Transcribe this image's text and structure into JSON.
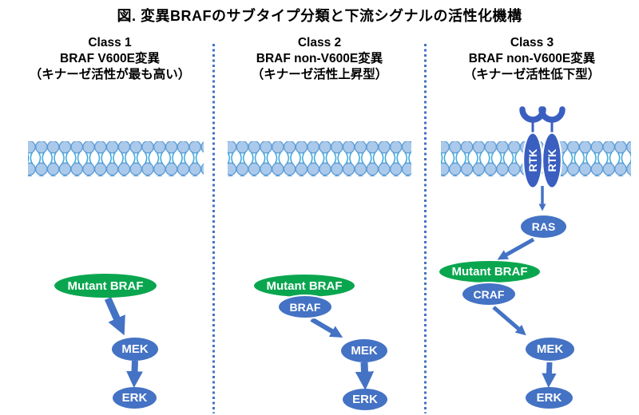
{
  "title": "図. 変異BRAFのサブタイプ分類と下流シグナルの活性化機構",
  "columns": [
    {
      "class_label": "Class 1",
      "mutation_line": "BRAF V600E変異",
      "kinase_line": "（キナーゼ活性が最も高い）"
    },
    {
      "class_label": "Class 2",
      "mutation_line": "BRAF non-V600E変異",
      "kinase_line": "（キナーゼ活性上昇型）"
    },
    {
      "class_label": "Class 3",
      "mutation_line": "BRAF non-V600E変異",
      "kinase_line": "（キナーゼ活性低下型）"
    }
  ],
  "pathways": {
    "class1": {
      "mutant_braf": "Mutant BRAF",
      "mek": "MEK",
      "erk": "ERK"
    },
    "class2": {
      "mutant_braf": "Mutant BRAF",
      "braf": "BRAF",
      "mek": "MEK",
      "erk": "ERK"
    },
    "class3": {
      "rtk_left": "RTK",
      "rtk_right": "RTK",
      "ras": "RAS",
      "mutant_braf": "Mutant BRAF",
      "craf": "CRAF",
      "mek": "MEK",
      "erk": "ERK"
    }
  },
  "colors": {
    "mutant_braf_green": "#0AA64F",
    "node_blue": "#4472C4",
    "rtk_blue": "#3A5FC0",
    "membrane_head_fill": "#ABC9EA",
    "membrane_head_stroke": "#5B9BD5",
    "membrane_tail": "#3BA6DC",
    "separator_blue": "#4472C4",
    "arrow_blue": "#4472C4",
    "text_black": "#000000",
    "background": "#FFFFFF"
  }
}
